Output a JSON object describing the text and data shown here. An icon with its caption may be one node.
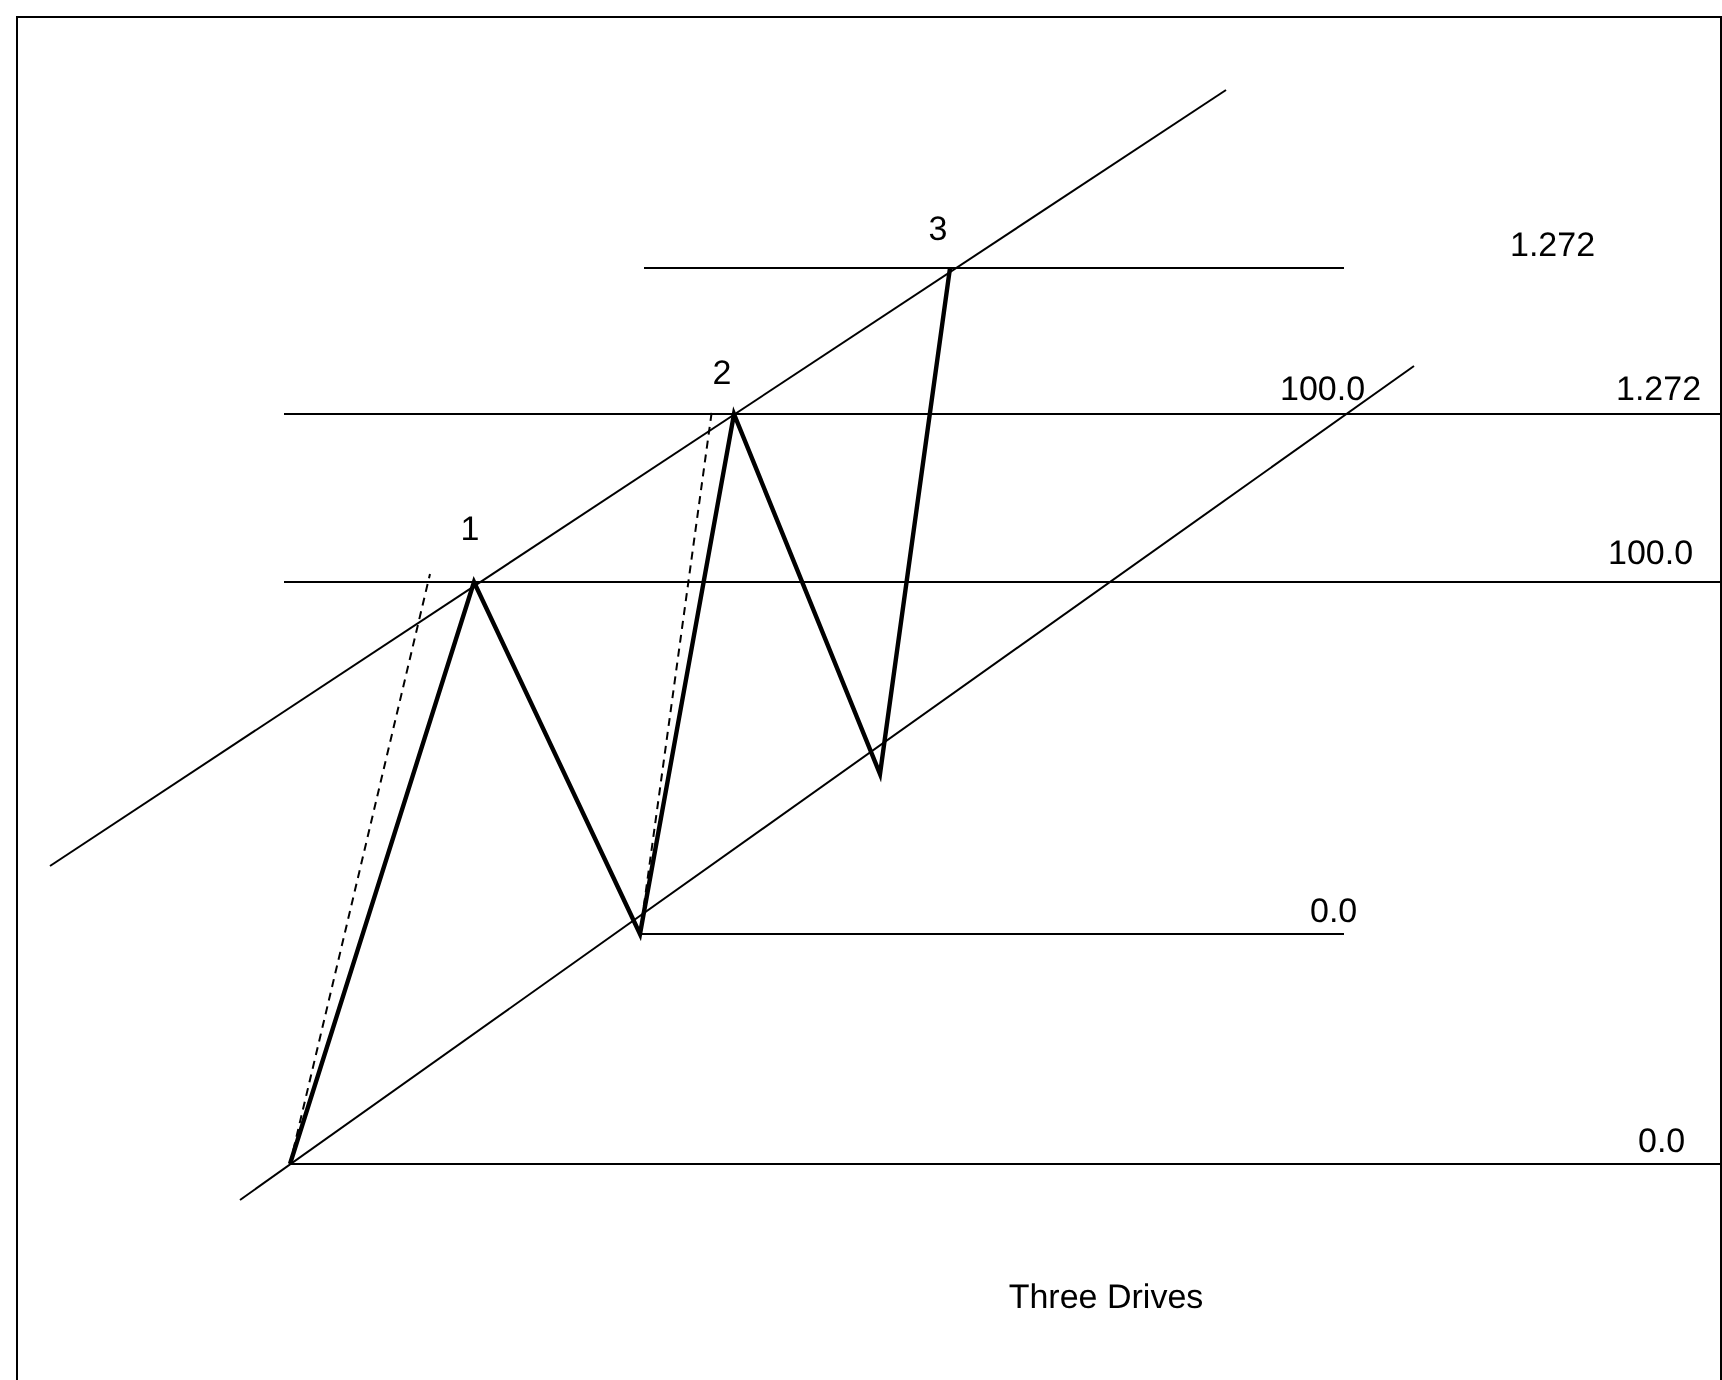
{
  "diagram": {
    "caption": "Three Drives",
    "labels": [
      "3",
      "1.272",
      "2",
      "100.0",
      "1.272",
      "1",
      "100.0",
      "0.0",
      "0.0"
    ]
  }
}
